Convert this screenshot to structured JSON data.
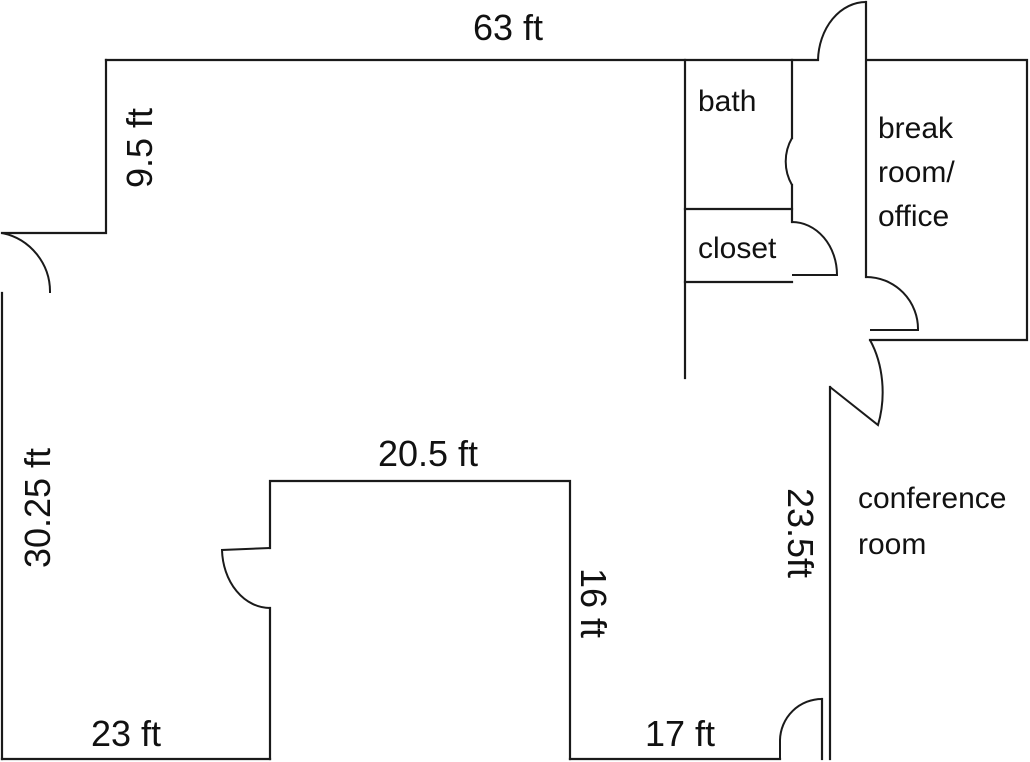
{
  "dimensions": {
    "top_width": "63 ft",
    "upper_left_height": "9.5 ft",
    "left_height": "30.25 ft",
    "inner_width": "20.5 ft",
    "inner_height": "16 ft",
    "bottom_left_width": "23 ft",
    "bottom_right_width": "17 ft",
    "right_height": "23.5ft"
  },
  "rooms": {
    "bath": "bath",
    "closet": "closet",
    "break_room": [
      "break",
      "room/",
      "office"
    ],
    "conference_room": [
      "conference",
      "room"
    ]
  },
  "colors": {
    "line": "#1a1a1a",
    "text": "#111111",
    "background": "#ffffff"
  }
}
